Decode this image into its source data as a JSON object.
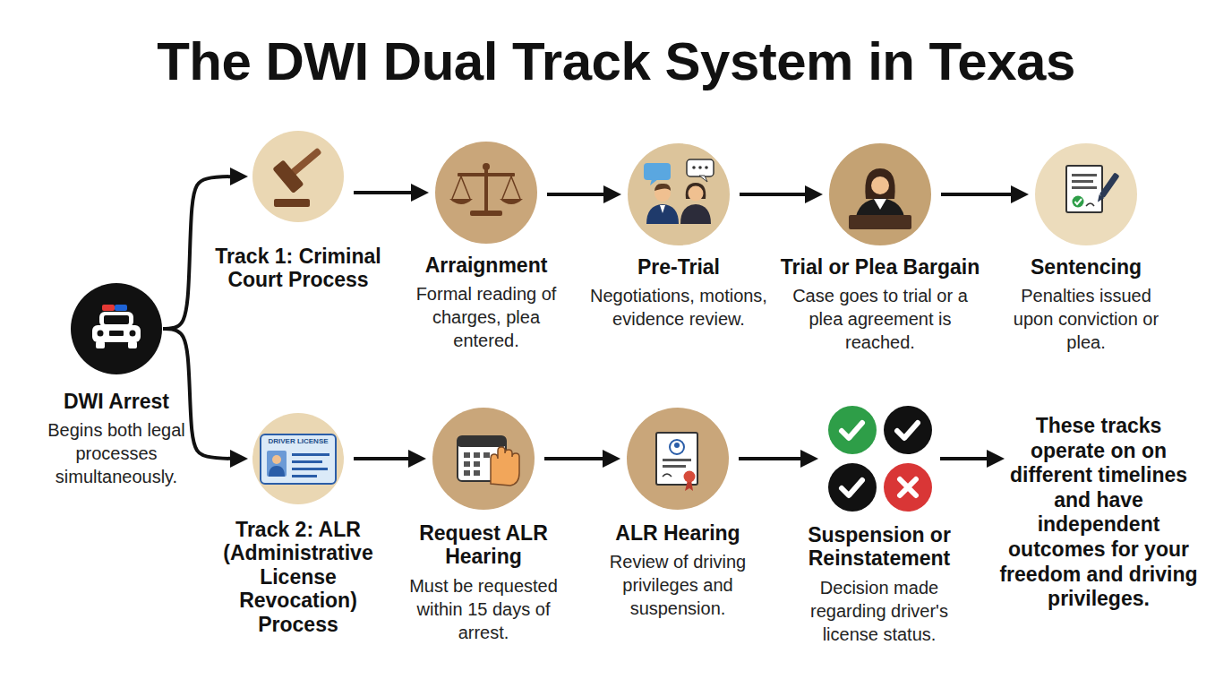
{
  "diagram": {
    "title": "The DWI Dual Track System in Texas",
    "nodes": [
      {
        "text": [
          "DWI Arrest",
          "Begins both legal processes simultaneously."
        ]
      },
      {
        "text": [
          "Track 1: Criminal Court Process"
        ]
      },
      {
        "text": [
          "Arraignment",
          "Formal reading of charges, plea entered."
        ]
      },
      {
        "text": [
          "Pre-Trial",
          "Negotiations, motions, evidence review."
        ]
      },
      {
        "text": [
          "Trial or Plea Bargain",
          "Case goes to trial or a plea agreement is reached."
        ]
      },
      {
        "text": [
          "Sentencing",
          "Penalties issued upon conviction or plea."
        ]
      },
      {
        "text": [
          "Track 2: ALR (Administrative License Revocation) Process"
        ]
      },
      {
        "text": [
          "Request ALR Hearing",
          "Must be requested within 15 days of arrest."
        ]
      },
      {
        "text": [
          "ALR Hearing",
          "Review of driving privileges and suspension."
        ]
      },
      {
        "text": [
          "Suspension or Reinstatement",
          "Decision made regarding driver's license status."
        ]
      }
    ],
    "edges": [
      {
        "from": 0,
        "to": 1,
        "arrow": "to"
      },
      {
        "from": 0,
        "to": 6,
        "arrow": "to"
      },
      {
        "from": 1,
        "to": 2,
        "arrow": "to"
      },
      {
        "from": 2,
        "to": 3,
        "arrow": "to"
      },
      {
        "from": 3,
        "to": 4,
        "arrow": "to"
      },
      {
        "from": 4,
        "to": 5,
        "arrow": "to"
      },
      {
        "from": 6,
        "to": 7,
        "arrow": "to"
      },
      {
        "from": 7,
        "to": 8,
        "arrow": "to"
      },
      {
        "from": 8,
        "to": 9,
        "arrow": "to"
      }
    ],
    "labels": [
      "DRIVER LICENSE",
      "These tracks operate on on different timelines and have independent outcomes for your freedom and driving privileges."
    ]
  }
}
